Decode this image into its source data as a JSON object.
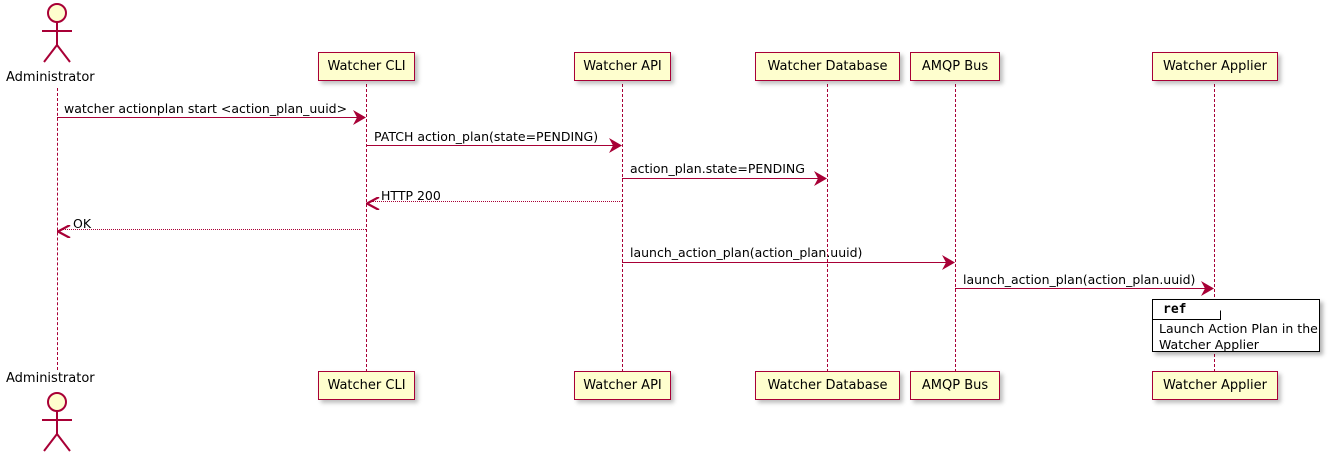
{
  "diagram": {
    "type": "sequence-diagram",
    "title": "",
    "colors": {
      "participant_fill": "#FEFECE",
      "participant_border": "#A80036",
      "lifeline": "#A80036",
      "arrow": "#A80036",
      "text": "#000000",
      "ref_border": "#000000",
      "ref_fill": "#FFFFFF",
      "background": "#FFFFFF"
    }
  },
  "actors": [
    {
      "name": "Administrator",
      "label": "Administrator"
    }
  ],
  "participants": [
    {
      "id": "cli",
      "label": "Watcher CLI"
    },
    {
      "id": "api",
      "label": "Watcher API"
    },
    {
      "id": "db",
      "label": "Watcher Database"
    },
    {
      "id": "amqp",
      "label": "AMQP Bus"
    },
    {
      "id": "applier",
      "label": "Watcher Applier"
    }
  ],
  "messages": [
    {
      "index": 1,
      "from": "Administrator",
      "to": "Watcher CLI",
      "label": "watcher actionplan start <action_plan_uuid>",
      "style": "solid",
      "direction": "right"
    },
    {
      "index": 2,
      "from": "Watcher CLI",
      "to": "Watcher API",
      "label": "PATCH action_plan(state=PENDING)",
      "style": "solid",
      "direction": "right"
    },
    {
      "index": 3,
      "from": "Watcher API",
      "to": "Watcher Database",
      "label": "action_plan.state=PENDING",
      "style": "solid",
      "direction": "right"
    },
    {
      "index": 4,
      "from": "Watcher API",
      "to": "Watcher CLI",
      "label": "HTTP 200",
      "style": "dotted",
      "direction": "left"
    },
    {
      "index": 5,
      "from": "Watcher CLI",
      "to": "Administrator",
      "label": "OK",
      "style": "dotted",
      "direction": "left"
    },
    {
      "index": 6,
      "from": "Watcher API",
      "to": "AMQP Bus",
      "label": "launch_action_plan(action_plan.uuid)",
      "style": "solid",
      "direction": "right"
    },
    {
      "index": 7,
      "from": "AMQP Bus",
      "to": "Watcher Applier",
      "label": "launch_action_plan(action_plan.uuid)",
      "style": "solid",
      "direction": "right"
    }
  ],
  "fragments": [
    {
      "kind": "ref",
      "tab_label": "ref",
      "body": "Launch Action Plan in the\nWatcher Applier",
      "over": "Watcher Applier"
    }
  ]
}
